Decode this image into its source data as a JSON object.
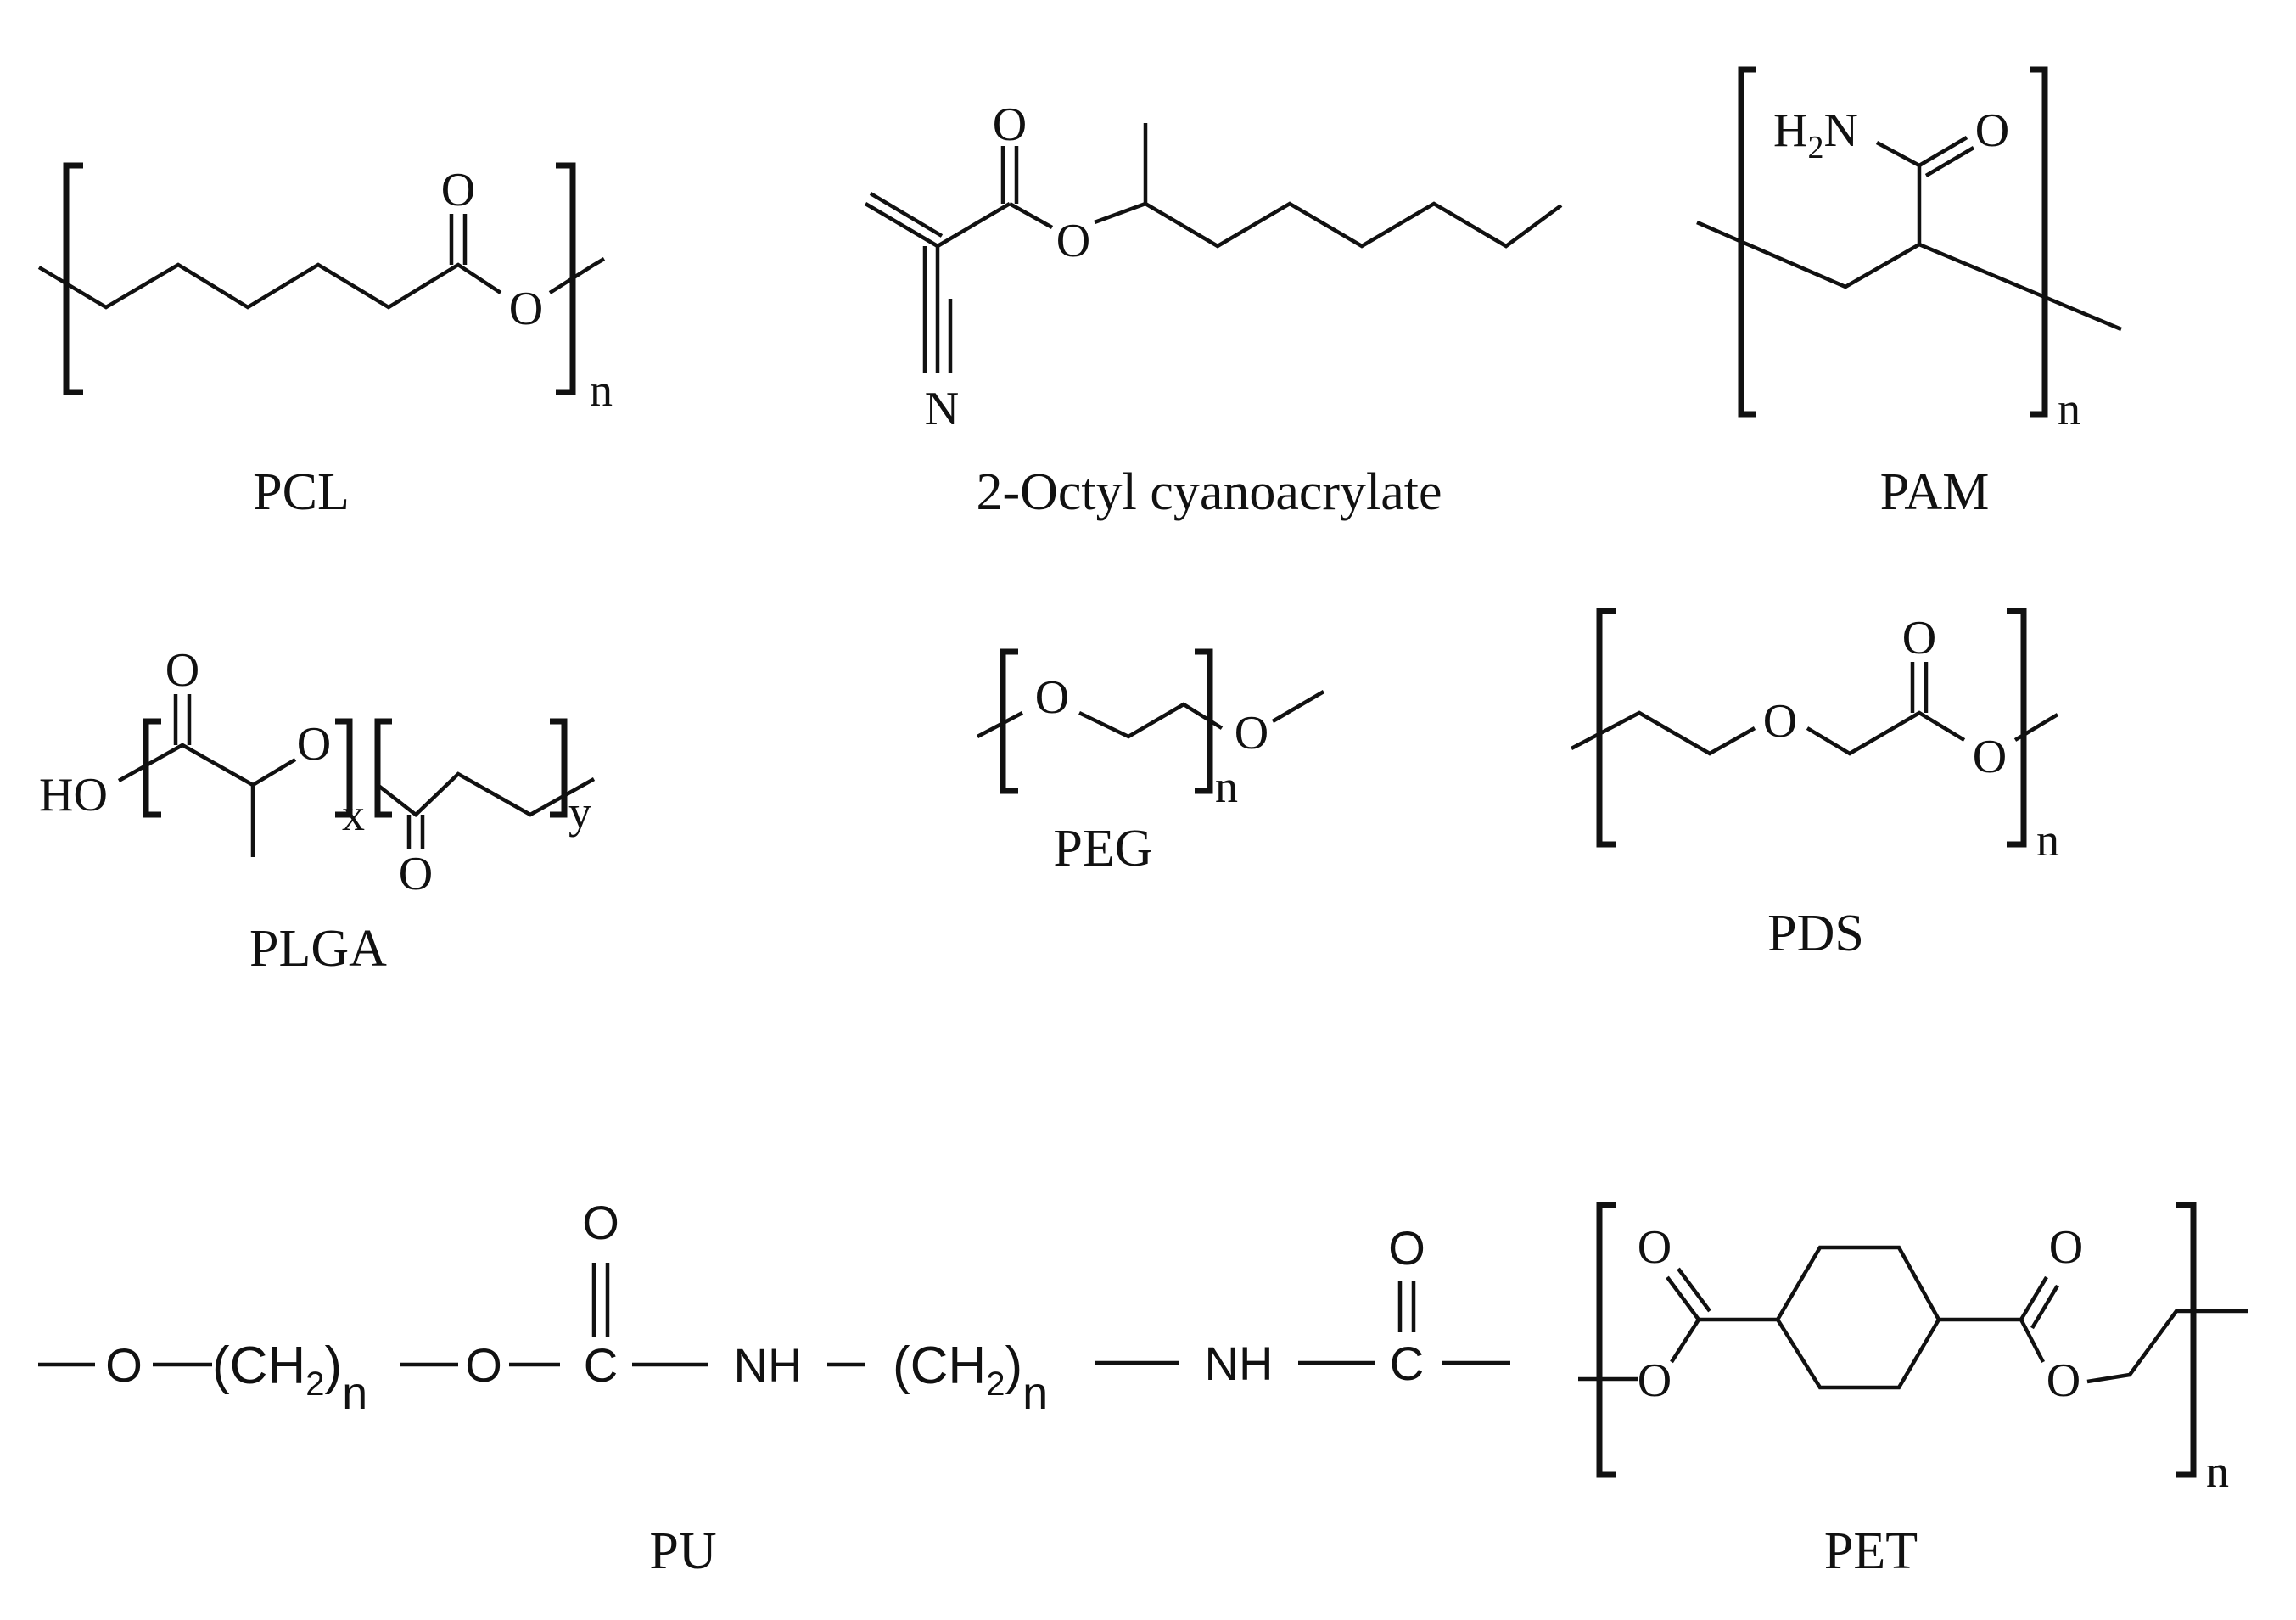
{
  "structures": [
    {
      "id": "pcl",
      "name": "PCL",
      "atoms": {
        "o1": "O",
        "o2": "O"
      },
      "subscript": "n"
    },
    {
      "id": "oca",
      "name": "2-Octyl cyanoacrylate",
      "atoms": {
        "o1": "O",
        "o2": "O",
        "n": "N"
      }
    },
    {
      "id": "pam",
      "name": "PAM",
      "atoms": {
        "h": "H",
        "two": "2",
        "n": "N",
        "o": "O"
      },
      "subscript": "n"
    },
    {
      "id": "plga",
      "name": "PLGA",
      "atoms": {
        "ho": "HO",
        "o1": "O",
        "o2": "O",
        "o3": "O"
      },
      "subscript_x": "x",
      "subscript_y": "y"
    },
    {
      "id": "peg",
      "name": "PEG",
      "atoms": {
        "o1": "O",
        "o2": "O"
      },
      "subscript": "n"
    },
    {
      "id": "pds",
      "name": "PDS",
      "atoms": {
        "o1": "O",
        "o2": "O",
        "o3": "O"
      },
      "subscript": "n"
    },
    {
      "id": "pu",
      "name": "PU",
      "atoms": {
        "o1": "O",
        "ch_open": "(CH",
        "two": "2",
        "close": ")",
        "o2": "O",
        "c1": "C",
        "o3": "O",
        "nh1": "NH",
        "nh2": "NH",
        "c2": "C",
        "o4": "O"
      },
      "subscript": "n"
    },
    {
      "id": "pet",
      "name": "PET",
      "atoms": {
        "o1": "O",
        "o2": "O",
        "o3": "O",
        "o4": "O"
      },
      "subscript": "n"
    }
  ]
}
